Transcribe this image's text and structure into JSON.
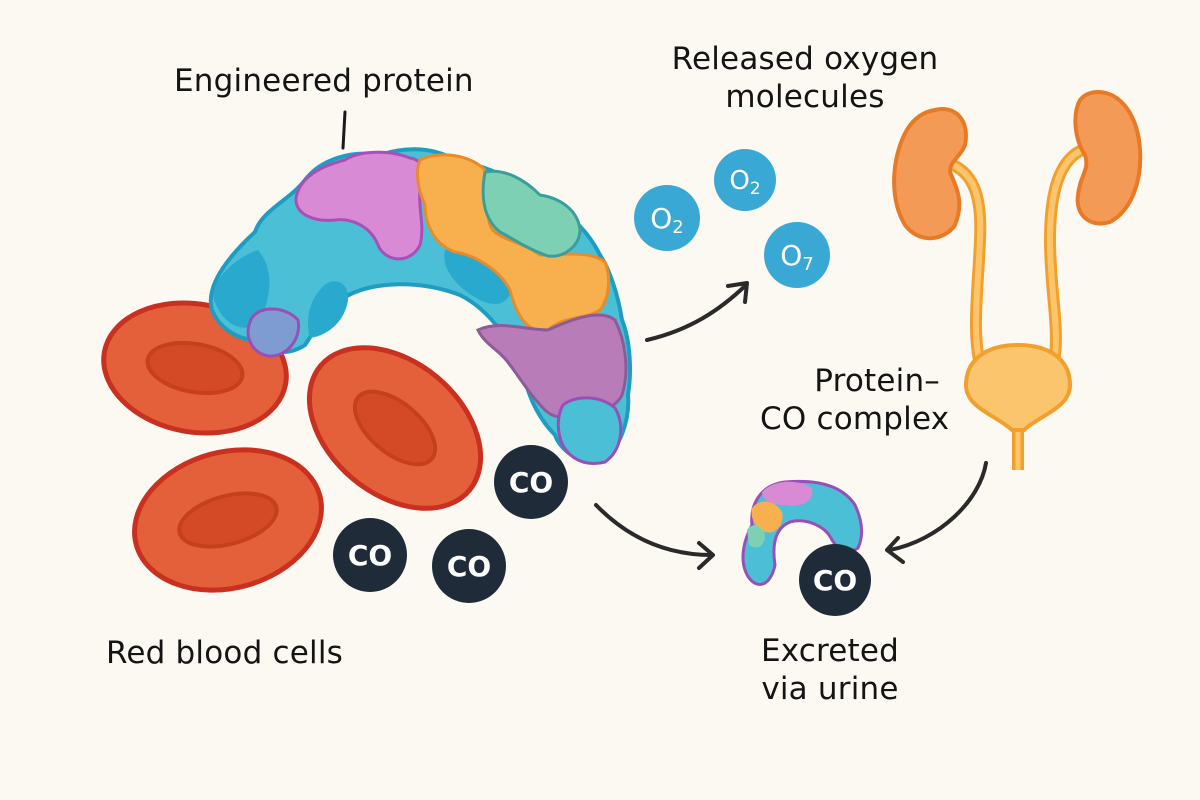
{
  "labels": {
    "engineered_protein": "Engineered protein",
    "released_oxygen_line1": "Released oxygen",
    "released_oxygen_line2": "molecules",
    "complex_line1": "Protein–",
    "complex_line2": "CO complex",
    "red_blood_cells": "Red blood cells",
    "excreted_line1": "Excreted",
    "excreted_line2": "via urine"
  },
  "molecules": {
    "oxygen": [
      {
        "symbol": "O",
        "subscript": "2"
      },
      {
        "symbol": "O",
        "subscript": "2"
      },
      {
        "symbol": "O",
        "subscript": "7"
      }
    ],
    "carbon_monoxide": [
      {
        "text": "CO"
      },
      {
        "text": "CO"
      },
      {
        "text": "CO"
      },
      {
        "text": "CO"
      }
    ]
  },
  "colors": {
    "background": "#fcf9f3",
    "rbc_fill": "#e4603a",
    "rbc_stroke": "#c9301f",
    "rbc_center": "#d44a26",
    "protein_cyan": "#4bbfd6",
    "protein_blue": "#2aa9cf",
    "protein_violet": "#d88ad4",
    "protein_orange": "#f8b04e",
    "protein_mint": "#7dd0b4",
    "protein_mauve": "#b87cb8",
    "protein_periwinkle": "#7e9bd2",
    "oxygen": "#3aa8d4",
    "co": "#1f2b38",
    "kidney_fill": "#f39a57",
    "kidney_stroke": "#e97a25",
    "bladder_fill": "#fbc56d",
    "bladder_stroke": "#f2a02c",
    "arrow": "#2a2a2a"
  }
}
